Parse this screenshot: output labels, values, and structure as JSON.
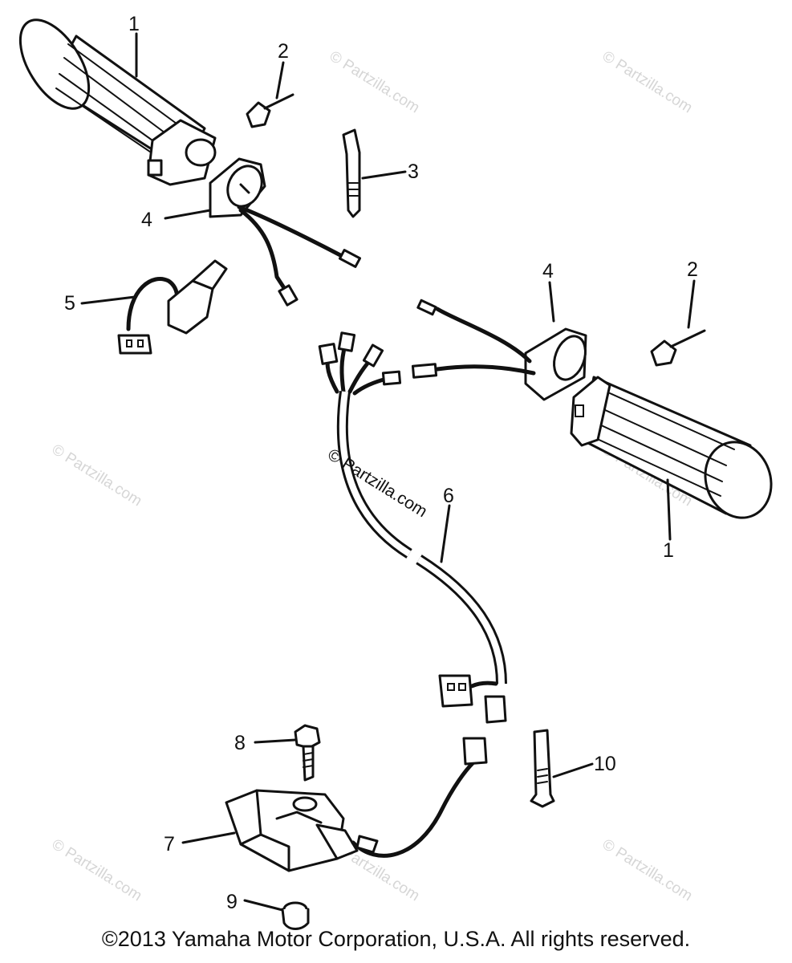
{
  "diagram": {
    "callouts": [
      "1",
      "2",
      "3",
      "4",
      "5",
      "4",
      "2",
      "1",
      "6",
      "8",
      "10",
      "7",
      "9"
    ],
    "watermark_text": "© Partzilla.com",
    "watermark_faint_text": "© Partzilla.com",
    "copyright": "©2013 Yamaha Motor Corporation, U.S.A. All rights reserved."
  }
}
